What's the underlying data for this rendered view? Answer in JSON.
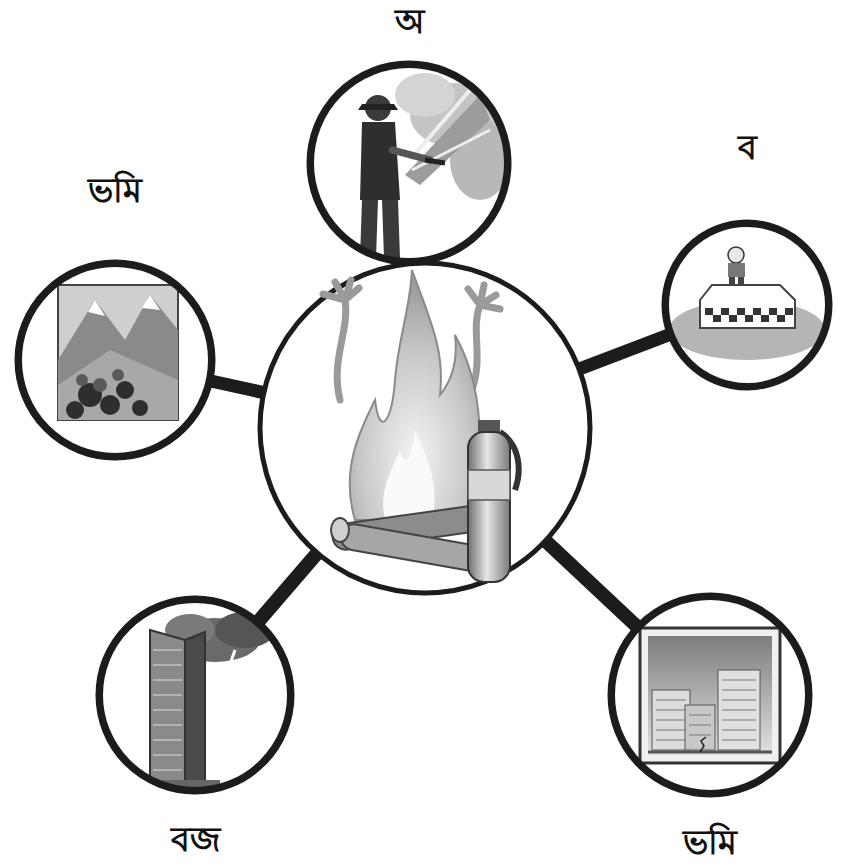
{
  "diagram": {
    "nodes": [
      {
        "text": [
          "অ"
        ]
      },
      {
        "text": [
          "ভমি"
        ]
      },
      {
        "text": [
          "ব"
        ]
      },
      {
        "text": [
          "বজ"
        ]
      },
      {
        "text": [
          "ভমি"
        ]
      }
    ]
  }
}
